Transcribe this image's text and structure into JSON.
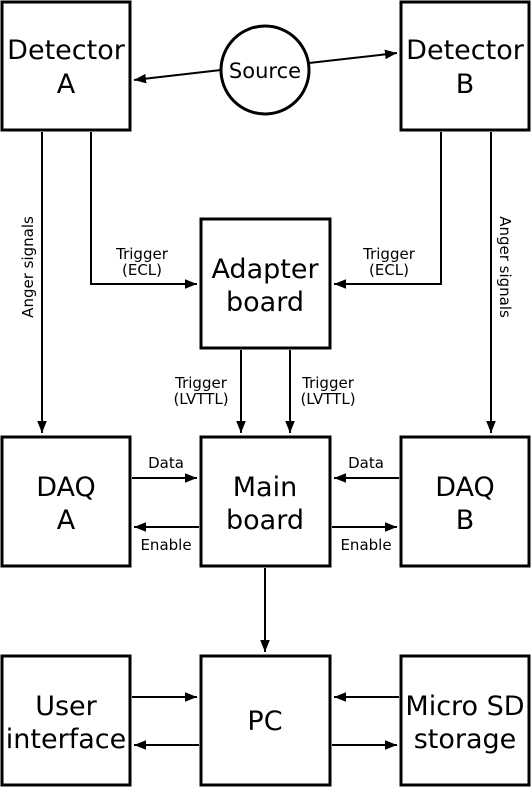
{
  "blocks": {
    "detector_a": [
      "Detector",
      "A"
    ],
    "detector_b": [
      "Detector",
      "B"
    ],
    "source": "Source",
    "adapter": [
      "Adapter",
      "board"
    ],
    "daq_a": [
      "DAQ",
      "A"
    ],
    "daq_b": [
      "DAQ",
      "B"
    ],
    "main": [
      "Main",
      "board"
    ],
    "user_interface": [
      "User",
      "interface"
    ],
    "pc": "PC",
    "micro_sd": [
      "Micro SD",
      "storage"
    ]
  },
  "labels": {
    "anger": "Anger signals",
    "trigger": "Trigger",
    "ecl": "(ECL)",
    "lvttl": "(LVTTL)",
    "data": "Data",
    "enable": "Enable"
  },
  "style": {
    "line_color": "#000000",
    "background": "#ffffff"
  }
}
